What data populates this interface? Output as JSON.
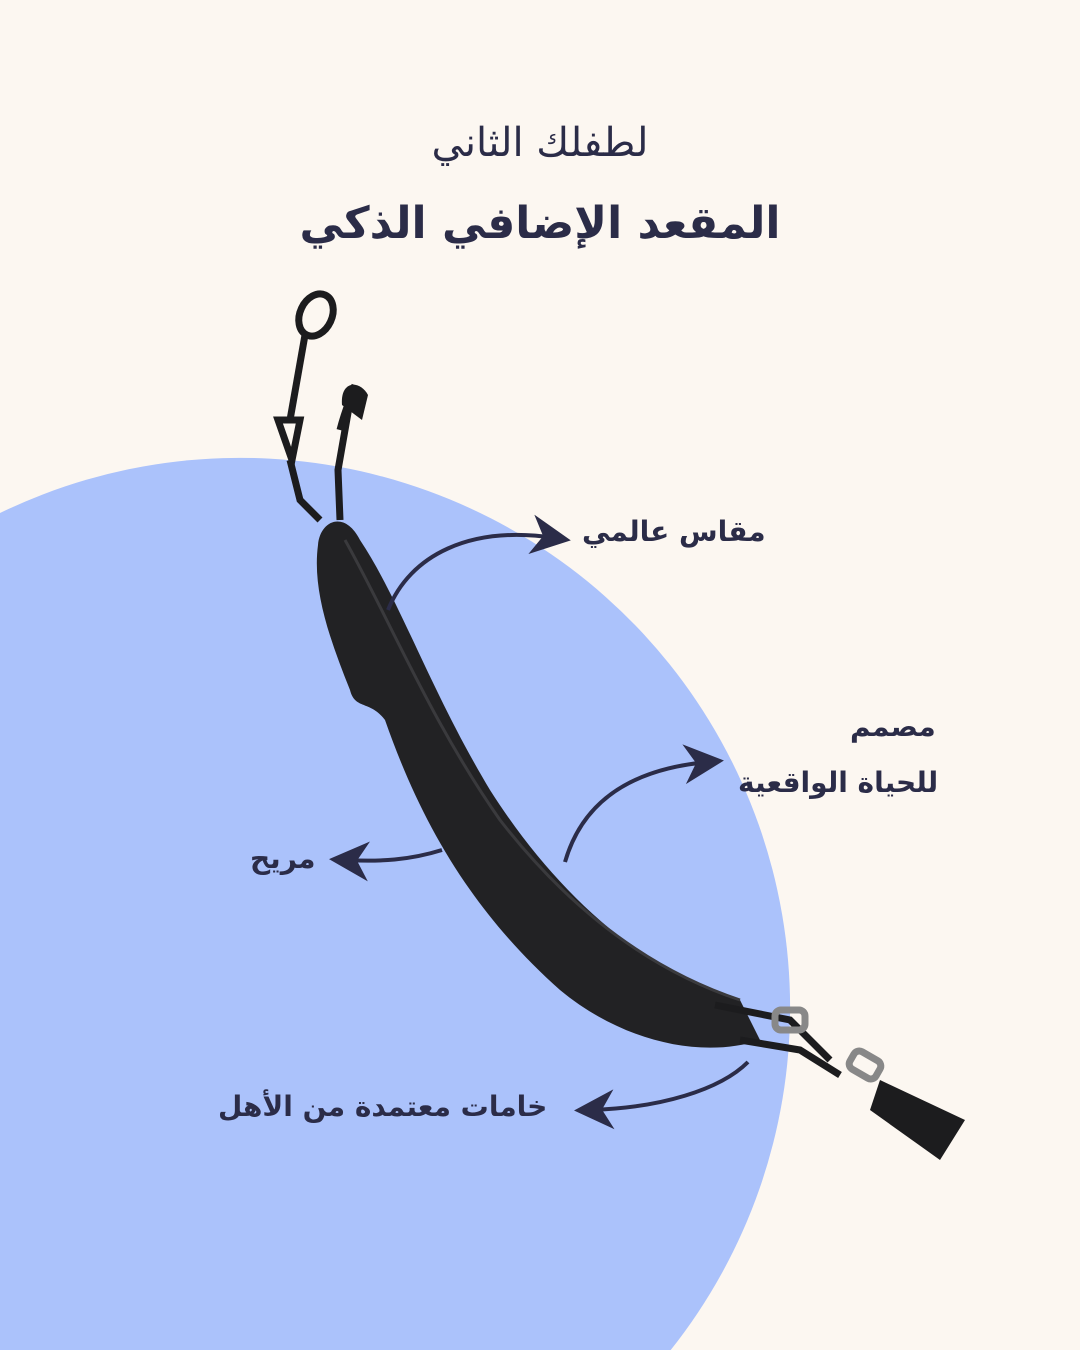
{
  "header": {
    "subtitle": "لطفلك الثاني",
    "title": "المقعد الإضافي الذكي"
  },
  "features": {
    "universal_size": "مقاس عالمي",
    "real_life_line1": "مصمم",
    "real_life_line2": "للحياة الواقعية",
    "comfortable": "مريح",
    "parent_approved": "خامات معتمدة من الأهل"
  },
  "colors": {
    "background": "#fcf7f1",
    "circle": "#abc2fb",
    "text": "#2b2c48",
    "product": "#1f1f21"
  }
}
